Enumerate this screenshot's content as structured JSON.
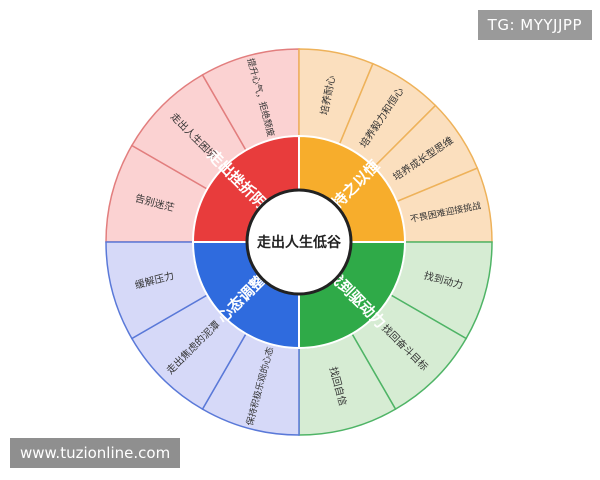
{
  "center": {
    "label": "走出人生低谷"
  },
  "sectors": [
    {
      "label": "走出挫折阴影",
      "color": "#e83c3c",
      "light": "#fbd2d2",
      "stroke": "#e27e7e",
      "items": [
        "告别迷茫",
        "走出人生困境",
        "提升心气，拒绝颓废"
      ]
    },
    {
      "label": "持之以恒",
      "color": "#f7ad2c",
      "light": "#fbdfbe",
      "stroke": "#eeb25a",
      "items": [
        "培养耐心",
        "培养毅力和恒心",
        "培养成长型思维",
        "不畏困难迎接挑战"
      ]
    },
    {
      "label": "找到驱动力",
      "color": "#2faa48",
      "light": "#d6ecd3",
      "stroke": "#4fb466",
      "items": [
        "找到动力",
        "找回奋斗目标",
        "找回自信"
      ]
    },
    {
      "label": "心态调整",
      "color": "#2f6bde",
      "light": "#d6d9f8",
      "stroke": "#5a79d8",
      "items": [
        "保持积极乐观的心态",
        "走出焦虑的泥潭",
        "缓解压力"
      ]
    }
  ],
  "badge": "TG: MYYJJPP",
  "watermark": "www.tuzionline.com"
}
